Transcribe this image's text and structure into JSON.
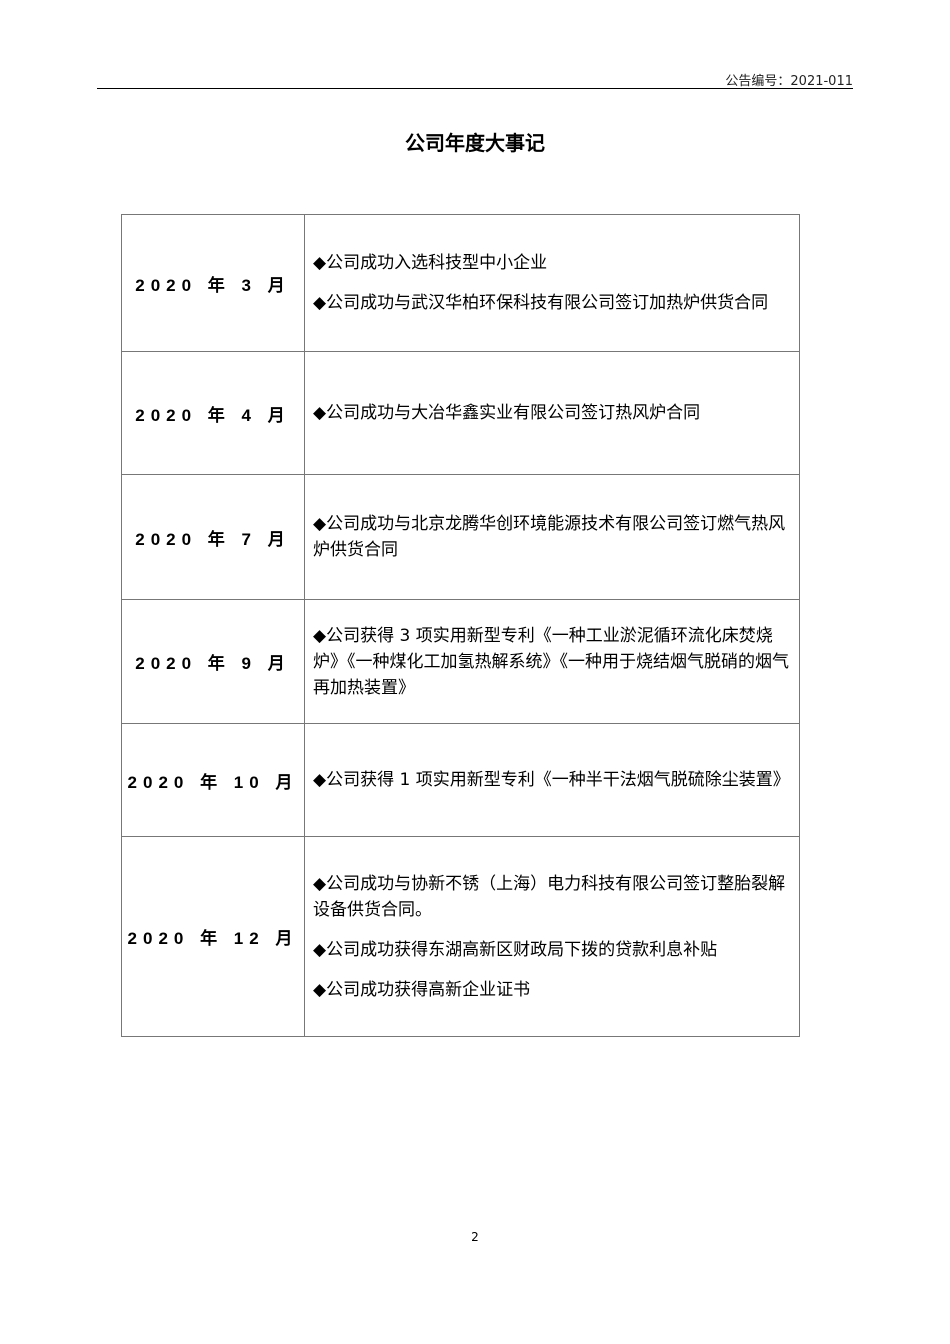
{
  "header": {
    "doc_number": "公告编号：2021-011"
  },
  "title": "公司年度大事记",
  "events": [
    {
      "date": "2020 年 3 月",
      "items": [
        "◆公司成功入选科技型中小企业",
        "◆公司成功与武汉华柏环保科技有限公司签订加热炉供货合同"
      ]
    },
    {
      "date": "2020 年 4 月",
      "items": [
        "◆公司成功与大冶华鑫实业有限公司签订热风炉合同"
      ]
    },
    {
      "date": "2020 年 7 月",
      "items": [
        "◆公司成功与北京龙腾华创环境能源技术有限公司签订燃气热风炉供货合同"
      ]
    },
    {
      "date": "2020 年 9 月",
      "items": [
        "◆公司获得 3 项实用新型专利《一种工业淤泥循环流化床焚烧炉》《一种煤化工加氢热解系统》《一种用于烧结烟气脱硝的烟气再加热装置》"
      ]
    },
    {
      "date": "2020 年 10 月",
      "items": [
        "◆公司获得 1 项实用新型专利《一种半干法烟气脱硫除尘装置》"
      ]
    },
    {
      "date": "2020 年 12 月",
      "items": [
        "◆公司成功与协新不锈（上海）电力科技有限公司签订整胎裂解设备供货合同。",
        "◆公司成功获得东湖高新区财政局下拨的贷款利息补贴",
        "◆公司成功获得高新企业证书"
      ]
    }
  ],
  "footer": {
    "page_number": "2"
  }
}
